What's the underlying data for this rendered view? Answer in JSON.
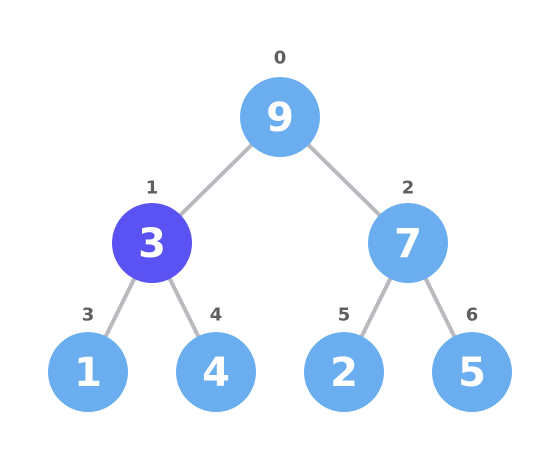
{
  "tree": {
    "colors": {
      "node_default": "#6aaef0",
      "node_highlight": "#5a52f2",
      "edge": "#b9b9c0",
      "index_text": "#5f5f5f",
      "value_text": "#ffffff"
    },
    "nodes": [
      {
        "index": "0",
        "value": "9",
        "highlighted": false
      },
      {
        "index": "1",
        "value": "3",
        "highlighted": true
      },
      {
        "index": "2",
        "value": "7",
        "highlighted": false
      },
      {
        "index": "3",
        "value": "1",
        "highlighted": false
      },
      {
        "index": "4",
        "value": "4",
        "highlighted": false
      },
      {
        "index": "5",
        "value": "2",
        "highlighted": false
      },
      {
        "index": "6",
        "value": "5",
        "highlighted": false
      }
    ],
    "edges": [
      {
        "from": 0,
        "to": 1
      },
      {
        "from": 0,
        "to": 2
      },
      {
        "from": 1,
        "to": 3
      },
      {
        "from": 1,
        "to": 4
      },
      {
        "from": 2,
        "to": 5
      },
      {
        "from": 2,
        "to": 6
      }
    ]
  }
}
